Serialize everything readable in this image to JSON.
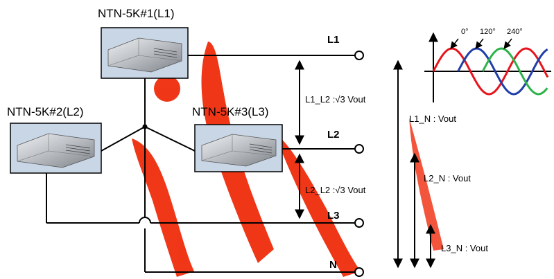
{
  "units": {
    "unit1": "NTN-5K#1(L1)",
    "unit2": "NTN-5K#2(L2)",
    "unit3": "NTN-5K#3(L3)"
  },
  "terminals": {
    "l1": "L1",
    "l2": "L2",
    "l3": "L3",
    "n": "N"
  },
  "measurements": {
    "l1_l2": "L1_L2 :√3  Vout",
    "l2_l2": "L2_L2 :√3  Vout",
    "l1_n": "L1_N : Vout",
    "l2_n": "L2_N : Vout",
    "l3_n": "L3_N : Vout"
  },
  "phases": {
    "p0": "0°",
    "p120": "120°",
    "p240": "240°"
  },
  "colors": {
    "phase_red": "#e8141c",
    "phase_blue": "#1f3ea8",
    "phase_green": "#2db24a",
    "watermark": "#ee2200",
    "unit_box": "#c9d6e6"
  }
}
